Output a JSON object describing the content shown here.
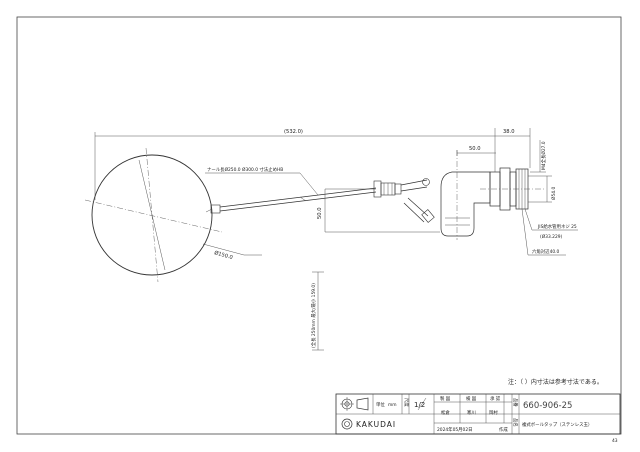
{
  "dimensions": {
    "overall_length": "(532.0)",
    "right_offset": "38.0",
    "body_width": "50.0",
    "float_drop": "50.0",
    "float_diameter": "Ø150.0",
    "thread_top": "M4全長Ø27.0",
    "thread_dia": "Ø54.0",
    "chain_length": "(全長 250mm 最大/最小 159.0)",
    "rod_label": "ナール長Ø250.0 Ø300.0 寸法止めHB",
    "jis_label": "JIS給水管用ネジ 25",
    "jis_sub": "(Ø33.229)",
    "hex_label": "六角対辺40.0"
  },
  "note": "注：（ ）内寸法は参考寸法である。",
  "title_block": {
    "unit_label": "単位",
    "unit_value": "mm",
    "scale_label": "尺度",
    "scale_value": "1/2",
    "role_labels": [
      "製 図",
      "検 図",
      "承 認"
    ],
    "names": [
      "松倉",
      "寒川",
      "岡村"
    ],
    "part_no_label": "品番",
    "part_no": "660-906-25",
    "name_label": "品名",
    "part_name": "複式ボールタップ（ステンレス玉）",
    "brand": "KAKUDAI",
    "date": "2024年05月02日",
    "date_suffix": "作成"
  },
  "page_number": "43"
}
